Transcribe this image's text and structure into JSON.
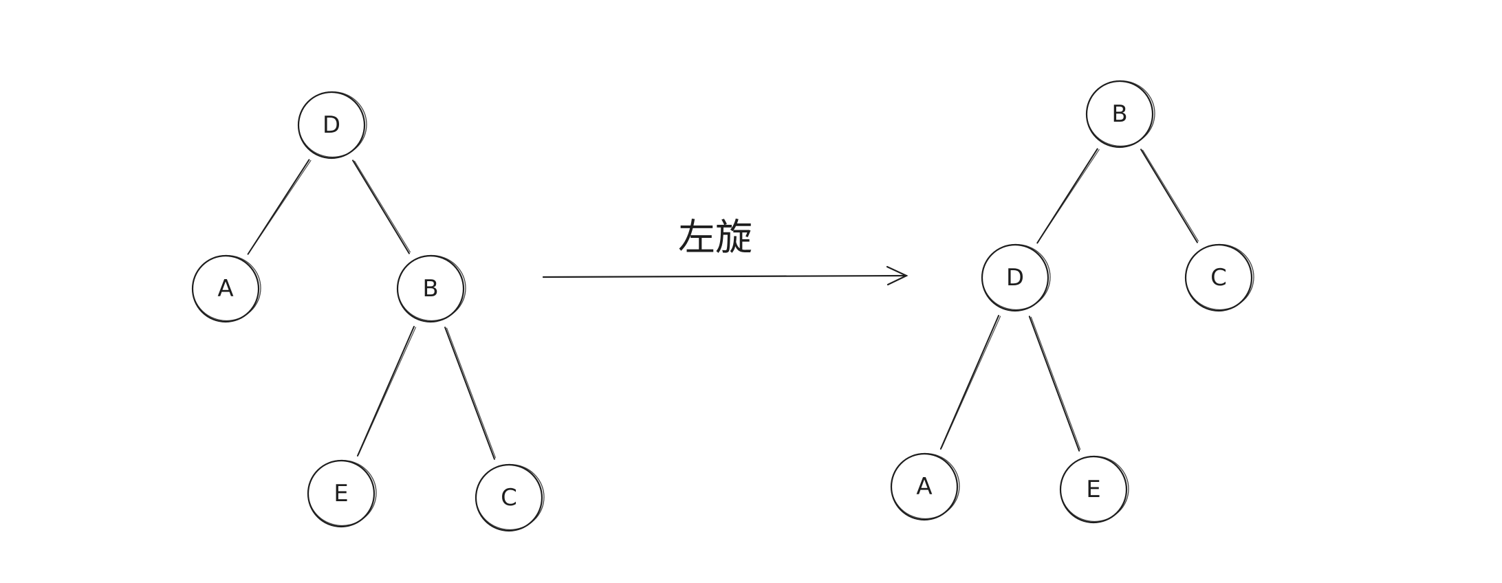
{
  "operation": {
    "label": "左旋"
  },
  "before_tree": {
    "nodes": [
      {
        "id": "D",
        "label": "D"
      },
      {
        "id": "A",
        "label": "A"
      },
      {
        "id": "B",
        "label": "B"
      },
      {
        "id": "E",
        "label": "E"
      },
      {
        "id": "C",
        "label": "C"
      }
    ],
    "edges": [
      {
        "from": "D",
        "to": "A"
      },
      {
        "from": "D",
        "to": "B"
      },
      {
        "from": "B",
        "to": "E"
      },
      {
        "from": "B",
        "to": "C"
      }
    ]
  },
  "after_tree": {
    "nodes": [
      {
        "id": "B",
        "label": "B"
      },
      {
        "id": "D",
        "label": "D"
      },
      {
        "id": "C",
        "label": "C"
      },
      {
        "id": "A",
        "label": "A"
      },
      {
        "id": "E",
        "label": "E"
      }
    ],
    "edges": [
      {
        "from": "B",
        "to": "D"
      },
      {
        "from": "B",
        "to": "C"
      },
      {
        "from": "D",
        "to": "A"
      },
      {
        "from": "D",
        "to": "E"
      }
    ]
  },
  "colors": {
    "stroke": "#1e1e1e",
    "background": "#ffffff"
  }
}
